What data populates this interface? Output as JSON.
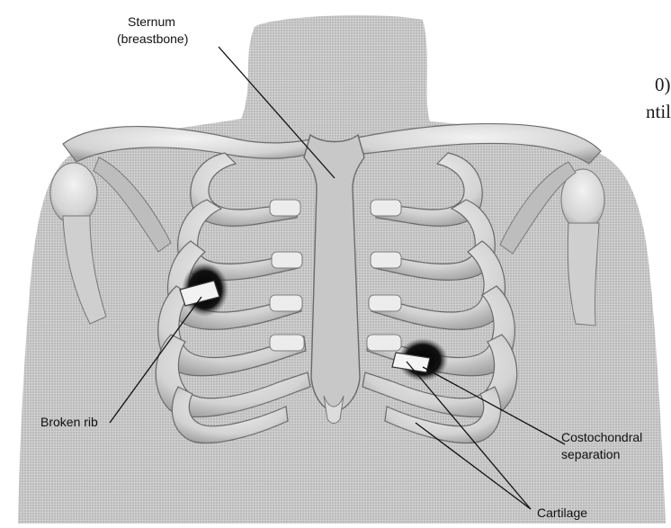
{
  "figure": {
    "colors": {
      "skin": "#c9c9c9",
      "skin_dark": "#9a9a9a",
      "bone": "#dedede",
      "bone_shadow": "#8c8c8c",
      "cartilage": "#eeeeee",
      "injury": "#0d0d0d",
      "leader_line": "#111111"
    },
    "labels": {
      "sternum": [
        "Sternum",
        "(breastbone)"
      ],
      "broken_rib": "Broken rib",
      "costochondral": [
        "Costochondral",
        "separation"
      ],
      "cartilage": "Cartilage"
    },
    "cropped_page_text": [
      "0)",
      "ntil"
    ]
  }
}
